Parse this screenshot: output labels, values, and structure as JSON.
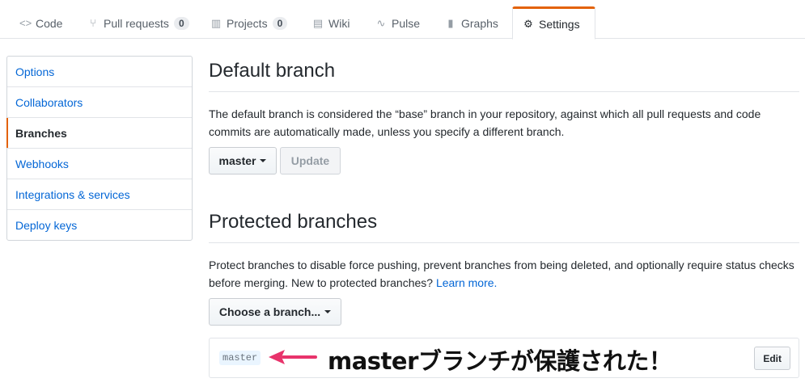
{
  "tabs": [
    {
      "label": "Code",
      "icon": "code-icon"
    },
    {
      "label": "Pull requests",
      "count": "0",
      "icon": "pull-request-icon"
    },
    {
      "label": "Projects",
      "count": "0",
      "icon": "project-icon"
    },
    {
      "label": "Wiki",
      "icon": "book-icon"
    },
    {
      "label": "Pulse",
      "icon": "pulse-icon"
    },
    {
      "label": "Graphs",
      "icon": "graph-icon"
    },
    {
      "label": "Settings",
      "icon": "gear-icon",
      "active": true
    }
  ],
  "sidebar": {
    "items": [
      {
        "label": "Options"
      },
      {
        "label": "Collaborators"
      },
      {
        "label": "Branches",
        "selected": true
      },
      {
        "label": "Webhooks"
      },
      {
        "label": "Integrations & services"
      },
      {
        "label": "Deploy keys"
      }
    ]
  },
  "default_branch": {
    "heading": "Default branch",
    "description": "The default branch is considered the “base” branch in your repository, against which all pull requests and code commits are automatically made, unless you specify a different branch.",
    "branch_select": "master",
    "update_label": "Update"
  },
  "protected_branches": {
    "heading": "Protected branches",
    "description": "Protect branches to disable force pushing, prevent branches from being deleted, and optionally require status checks before merging. New to protected branches?",
    "learn_more": "Learn more.",
    "choose_label": "Choose a branch...",
    "list": [
      {
        "name": "master",
        "edit_label": "Edit"
      }
    ]
  },
  "annotation": {
    "text": "masterブランチが保護された！",
    "arrow_color": "#e8336b"
  }
}
